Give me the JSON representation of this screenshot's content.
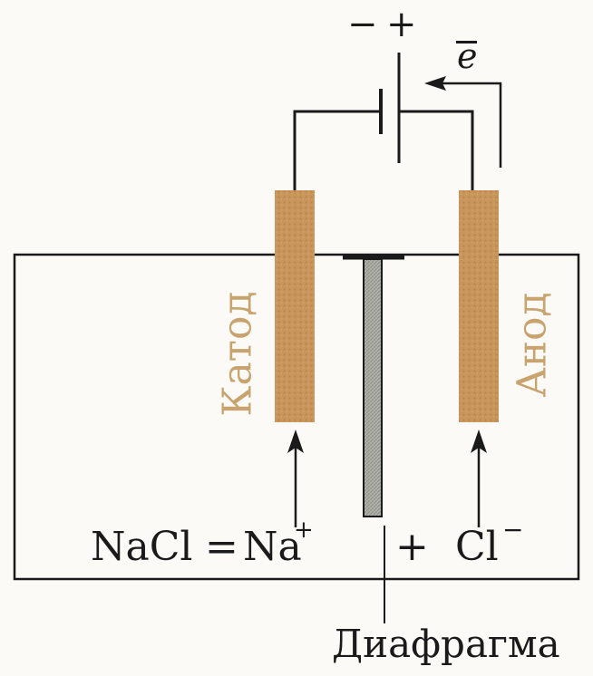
{
  "labels": {
    "cathode": "Катод",
    "anode": "Анод",
    "diaphragm": "Диафрагма",
    "polarity_minus": "−",
    "polarity_plus": "+",
    "electron": "e",
    "equation": {
      "left": "NaCl",
      "equals": "=",
      "cation": "Na",
      "cation_charge": "+",
      "plus": "+",
      "anion": "Cl",
      "anion_charge": "−"
    }
  },
  "colors": {
    "electrode": "#c8955b",
    "electrode_label": "#c9a36e",
    "diaphragm": "#a6a6a0",
    "line": "#1a1a1a"
  }
}
